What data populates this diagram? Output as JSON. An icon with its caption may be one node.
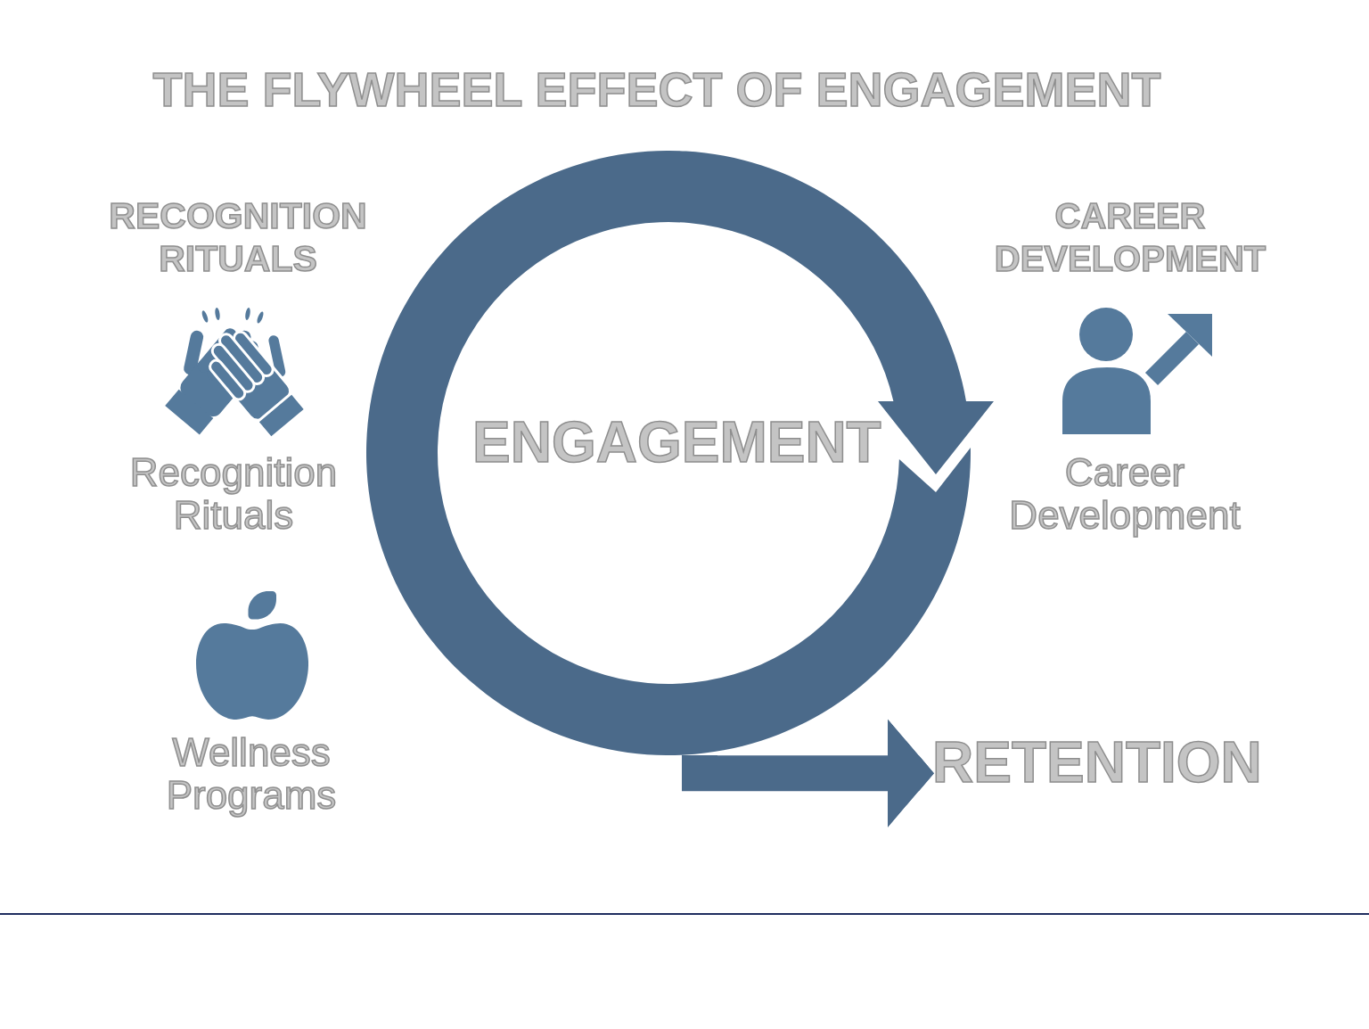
{
  "diagram": {
    "title": "THE FLYWHEEL EFFECT OF ENGAGEMENT",
    "nodes": [
      {
        "text": [
          "ENGAGEMENT"
        ]
      },
      {
        "text": [
          "RETENTION"
        ]
      }
    ],
    "edges": [
      {
        "from": 0,
        "to": 1,
        "arrow": "to"
      }
    ],
    "labels": [
      "RECOGNITION RITUALS",
      "CAREER DEVELOPMENT",
      "Recognition Rituals",
      "Career Development",
      "Wellness Programs"
    ]
  }
}
